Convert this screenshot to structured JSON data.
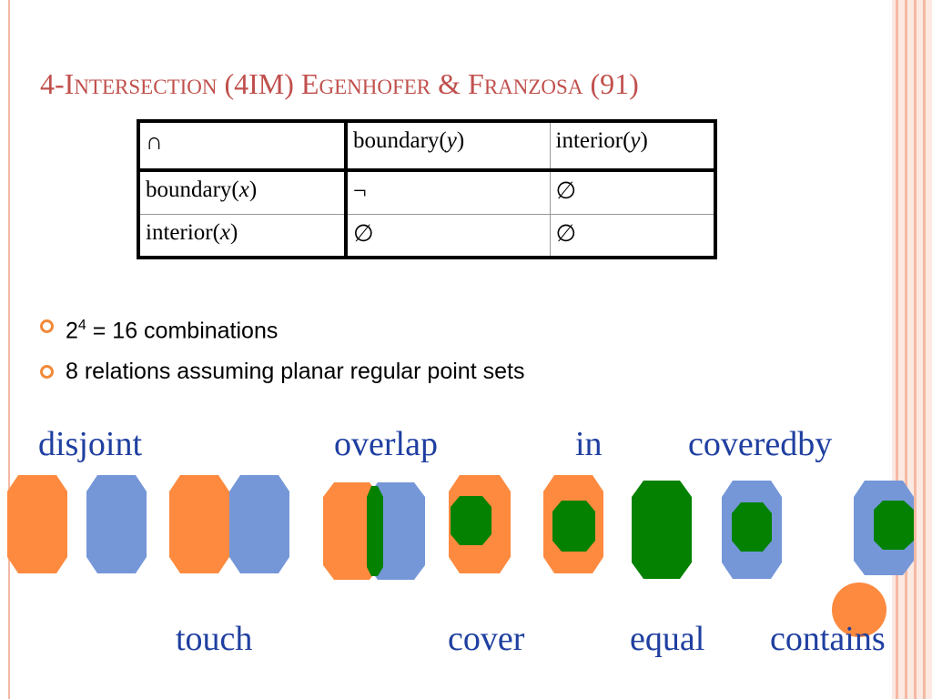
{
  "title": {
    "num": "4-",
    "w1_first": "I",
    "w1_rest": "NTERSECTION",
    "mid": " (4IM) ",
    "w2_first": "E",
    "w2_rest": "GENHOFER",
    "amp": " & ",
    "w3_first": "F",
    "w3_rest": "RANZOSA",
    "year": " (91)"
  },
  "matrix": {
    "corner": "∩",
    "col_headers": [
      {
        "pre": "boundary(",
        "var": "y",
        "post": ")"
      },
      {
        "pre": "interior(",
        "var": "y",
        "post": ")"
      }
    ],
    "rows": [
      {
        "pre": "boundary(",
        "var": "x",
        "post": ")",
        "cells": [
          "¬",
          "∅"
        ]
      },
      {
        "pre": "interior(",
        "var": "x",
        "post": ")",
        "cells": [
          "∅",
          "∅"
        ]
      }
    ]
  },
  "bullets": {
    "b1_base": "2",
    "b1_exp": "4",
    "b1_rest": " = 16 combinations",
    "b2": "8 relations assuming planar regular point sets"
  },
  "relations": {
    "top": [
      "disjoint",
      "overlap",
      "in",
      "coveredby"
    ],
    "bottom": [
      "touch",
      "cover",
      "equal",
      "contains"
    ]
  },
  "colors": {
    "title": "#c0504d",
    "label": "#1f3fa0",
    "orange": "#fd8a3f",
    "blue": "#7597d8",
    "green": "#048100",
    "bullet": "#f28a3a"
  }
}
